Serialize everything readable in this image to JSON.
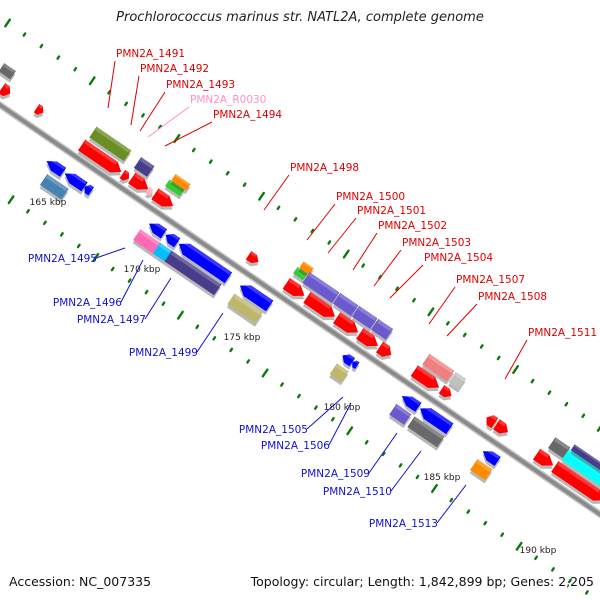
{
  "title": "Prochlorococcus marinus str. NATL2A, complete genome",
  "footer": {
    "accession": "Accession: NC_007335",
    "summary": "Topology: circular; Length: 1,842,899 bp; Genes: 2,205"
  },
  "colors": {
    "backbone": "#8a8a8a",
    "label_forward": "#e00000",
    "label_reverse": "#1010d0",
    "label_rna": "#ff8fc8",
    "tick_dot": "#0a7a0a"
  },
  "scale_ticks": [
    {
      "label": "165 kbp"
    },
    {
      "label": "170 kbp"
    },
    {
      "label": "175 kbp"
    },
    {
      "label": "180 kbp"
    },
    {
      "label": "185 kbp"
    },
    {
      "label": "190 kbp"
    }
  ],
  "labels_forward": [
    {
      "name": "PMN2A_1491",
      "kind": "cds"
    },
    {
      "name": "PMN2A_1492",
      "kind": "cds"
    },
    {
      "name": "PMN2A_1493",
      "kind": "cds"
    },
    {
      "name": "PMN2A_R0030",
      "kind": "rna"
    },
    {
      "name": "PMN2A_1494",
      "kind": "cds"
    },
    {
      "name": "PMN2A_1498",
      "kind": "cds"
    },
    {
      "name": "PMN2A_1500",
      "kind": "cds"
    },
    {
      "name": "PMN2A_1501",
      "kind": "cds"
    },
    {
      "name": "PMN2A_1502",
      "kind": "cds"
    },
    {
      "name": "PMN2A_1503",
      "kind": "cds"
    },
    {
      "name": "PMN2A_1504",
      "kind": "cds"
    },
    {
      "name": "PMN2A_1507",
      "kind": "cds"
    },
    {
      "name": "PMN2A_1508",
      "kind": "cds"
    },
    {
      "name": "PMN2A_1511",
      "kind": "cds"
    }
  ],
  "labels_reverse": [
    {
      "name": "PMN2A_1495"
    },
    {
      "name": "PMN2A_1496"
    },
    {
      "name": "PMN2A_1497"
    },
    {
      "name": "PMN2A_1499"
    },
    {
      "name": "PMN2A_1505"
    },
    {
      "name": "PMN2A_1506"
    },
    {
      "name": "PMN2A_1509"
    },
    {
      "name": "PMN2A_1510"
    },
    {
      "name": "PMN2A_1513"
    }
  ],
  "feature_colors": {
    "red": "#ff0000",
    "blue": "#0000ff",
    "olive": "#6b8e23",
    "slate": "#483d8b",
    "mediumslate": "#6a5acd",
    "orange": "#ff8c00",
    "green": "#32cd32",
    "pink": "#ff69b4",
    "lightpink": "#ffb6c1",
    "cyan": "#00bfff",
    "aqua": "#00ffff",
    "khaki": "#bdb76b",
    "steelblue": "#4682b4",
    "salmon": "#f08080",
    "silver": "#c0c0c0",
    "grey": "#696969"
  }
}
